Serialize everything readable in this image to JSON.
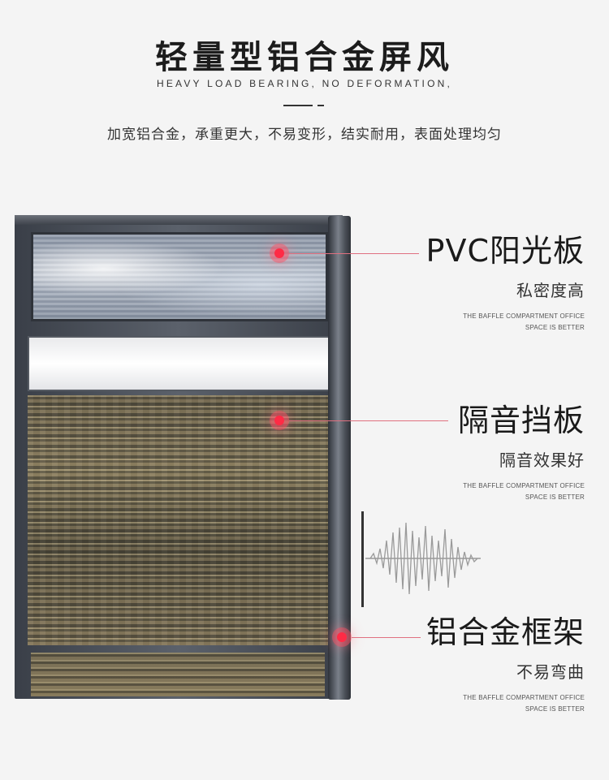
{
  "header": {
    "title": "轻量型铝合金屏风",
    "subtitle_en": "HEAVY LOAD BEARING, NO DEFORMATION,",
    "description": "加宽铝合金，承重更大，不易变形，结实耐用，表面处理均匀"
  },
  "callouts": [
    {
      "title": "PVC阳光板",
      "subtitle": "私密度高",
      "en_line1": "THE BAFFLE COMPARTMENT OFFICE",
      "en_line2": "SPACE IS BETTER"
    },
    {
      "title": "隔音挡板",
      "subtitle": "隔音效果好",
      "en_line1": "THE BAFFLE COMPARTMENT OFFICE",
      "en_line2": "SPACE IS BETTER"
    },
    {
      "title": "铝合金框架",
      "subtitle": "不易弯曲",
      "en_line1": "THE BAFFLE COMPARTMENT OFFICE",
      "en_line2": "SPACE IS BETTER"
    }
  ],
  "colors": {
    "accent": "#ff2b45",
    "frame": "#4a4f57"
  }
}
